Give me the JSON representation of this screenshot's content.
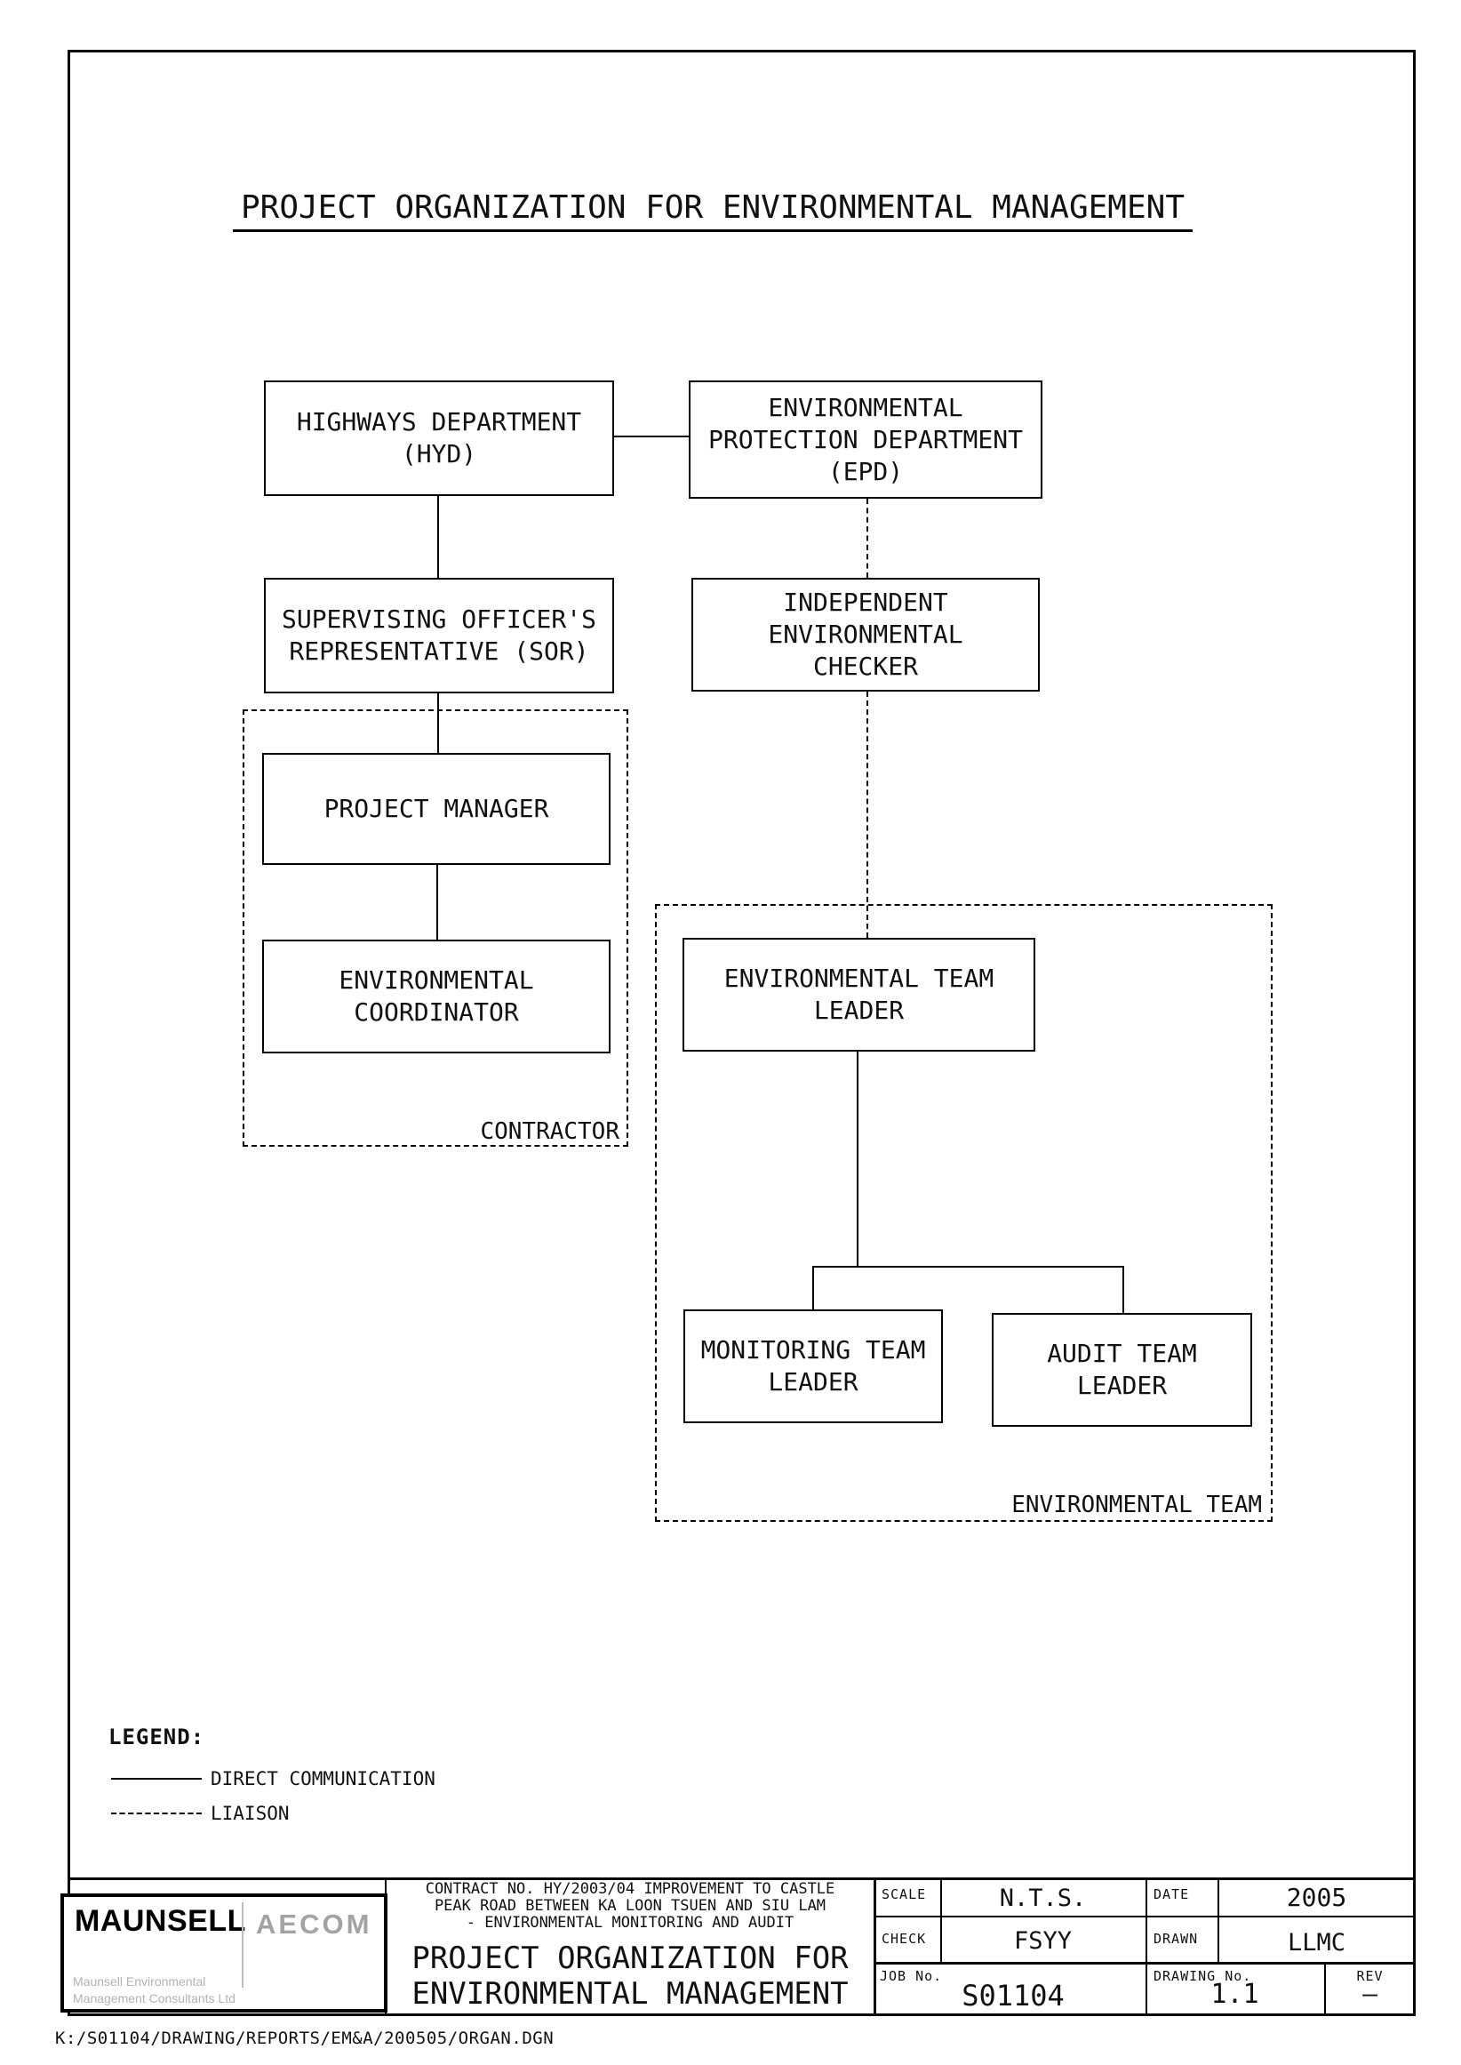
{
  "heading": "PROJECT ORGANIZATION FOR ENVIRONMENTAL MANAGEMENT",
  "nodes": {
    "hyd": "HIGHWAYS DEPARTMENT\n(HYD)",
    "epd": "ENVIRONMENTAL\nPROTECTION DEPARTMENT\n(EPD)",
    "sor": "SUPERVISING OFFICER'S\nREPRESENTATIVE (SOR)",
    "iec": "INDEPENDENT\nENVIRONMENTAL\nCHECKER",
    "pm": "PROJECT MANAGER",
    "ec": "ENVIRONMENTAL\nCOORDINATOR",
    "etl": "ENVIRONMENTAL TEAM\nLEADER",
    "mtl": "MONITORING TEAM\nLEADER",
    "atl": "AUDIT TEAM\nLEADER"
  },
  "groups": {
    "contractor": "CONTRACTOR",
    "environmental_team": "ENVIRONMENTAL TEAM"
  },
  "legend": {
    "heading": "LEGEND:",
    "items": [
      {
        "style": "solid",
        "label": "DIRECT COMMUNICATION"
      },
      {
        "style": "dashed",
        "label": "LIAISON"
      }
    ]
  },
  "title_block": {
    "company": {
      "name": "MAUNSELL",
      "brand": "AECOM",
      "subtitle": "Maunsell Environmental\nManagement Consultants Ltd"
    },
    "contract": "CONTRACT NO. HY/2003/04 IMPROVEMENT TO CASTLE\nPEAK ROAD BETWEEN KA LOON TSUEN AND SIU LAM\n- ENVIRONMENTAL MONITORING AND AUDIT",
    "drawing_title": "PROJECT ORGANIZATION FOR\nENVIRONMENTAL MANAGEMENT",
    "fields": {
      "scale_label": "SCALE",
      "scale_value": "N.T.S.",
      "date_label": "DATE",
      "date_value": "2005",
      "check_label": "CHECK",
      "check_value": "FSYY",
      "drawn_label": "DRAWN",
      "drawn_value": "LLMC",
      "job_label": "JOB No.",
      "job_value": "S01104",
      "drawing_no_label": "DRAWING No.",
      "drawing_no_value": "1.1",
      "rev_label": "REV",
      "rev_value": "—"
    }
  },
  "footer_path": "K:/S01104/DRAWING/REPORTS/EM&A/200505/ORGAN.DGN"
}
